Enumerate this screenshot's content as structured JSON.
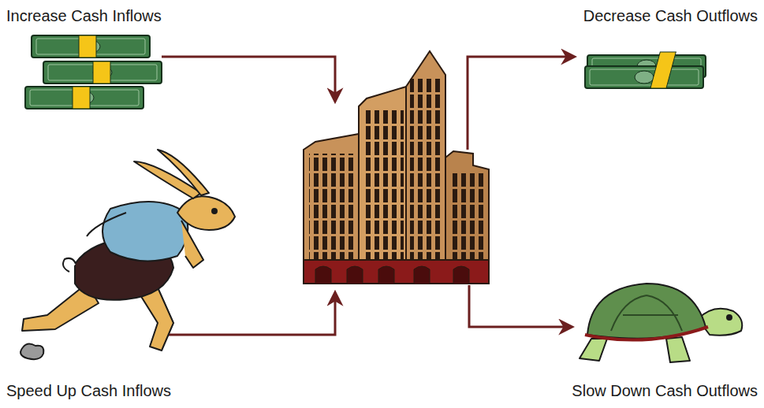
{
  "diagram": {
    "labels": [
      "Increase Cash Inflows",
      "Decrease Cash Outflows",
      "Speed Up Cash Inflows",
      "Slow Down Cash Outflows"
    ]
  }
}
